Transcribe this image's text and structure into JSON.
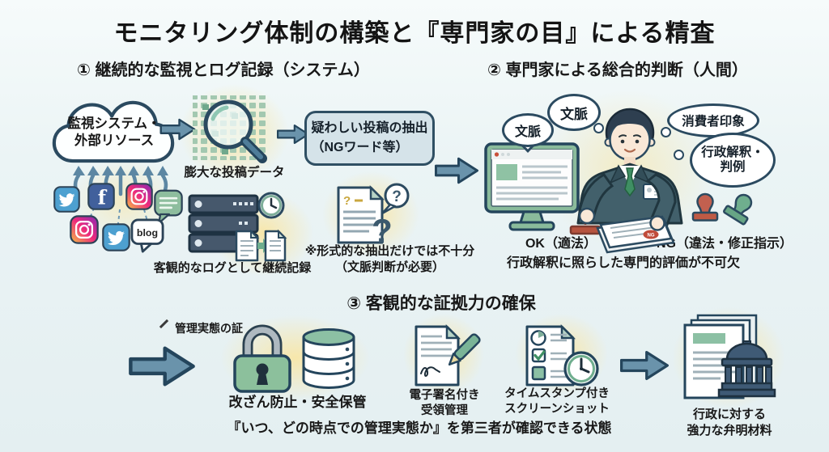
{
  "title": "モニタリング体制の構築と『専門家の目』による精査",
  "s1": {
    "header": "① 継続的な監視とログ記録（システム）",
    "cloud": "監視システム・\n外部リソース",
    "big_data": "膨大な投稿データ",
    "extract": "疑わしい投稿の抽出\n（NGワード等）",
    "log_note": "客観的なログとして継続記録",
    "caution": "※形式的な抽出だけでは不十分\n（文脈判断が必要）"
  },
  "s2": {
    "header": "② 専門家による総合的判断（人間）",
    "bubble1": "文脈",
    "bubble2": "文脈",
    "bubble3": "消費者印象",
    "bubble4": "行政解釈・\n判例",
    "ok": "OK（適法）",
    "ng": "NG（違法・修正指示）",
    "note": "行政解釈に照らした専門的評価が不可欠",
    "stamp_text": "NG"
  },
  "s3": {
    "header": "③ 客観的な証拠力の確保",
    "proof": "管理実態の証",
    "storage": "改ざん防止・安全保管",
    "signature": "電子署名付き\n受領管理",
    "timestamp": "タイムスタンプ付き\nスクリーンショット",
    "evidence": "行政に対する\n強力な弁明材料",
    "note": "『いつ、どの時点での管理実態か』を第三者が確認できる状態"
  },
  "icons": {
    "facebook_glyph": "f",
    "blog_label": "blog",
    "question_mark": "?",
    "doc_question": "?"
  },
  "colors": {
    "background": "#e9f3f4",
    "arrow_fill": "#6a93ab",
    "arrow_outline": "#24455c",
    "accent_green": "#8cc09c",
    "suit_teal": "#42606b",
    "stamp_red": "#c2604f",
    "stamp_green": "#6fae8e",
    "glow_yellow": "#fae59e",
    "server_slate": "#46586c",
    "text": "#181818"
  }
}
